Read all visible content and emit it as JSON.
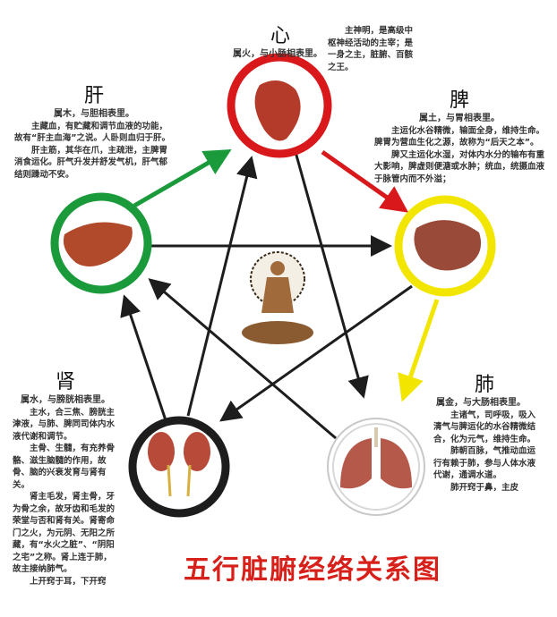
{
  "title": "五行脏腑经络关系图",
  "colors": {
    "wood": "#1a9a3a",
    "fire": "#d8181a",
    "earth": "#f2e600",
    "metal": "#bdbdbd",
    "water": "#1d1d1d",
    "title": "#d8201a"
  },
  "organs": {
    "heart": {
      "name": "心",
      "sub": "属火，与小肠相表里。",
      "text": [
        "主神明，是高级中枢神经活动的主宰；是一身之主，脏腑、百骸之王。"
      ]
    },
    "liver": {
      "name": "肝",
      "sub": "属木，与胆相表里。",
      "text": [
        "主藏血，有贮藏和调节血液的功能，故有“肝主血海”之说。人卧则血归于肝。",
        "肝主筋，其华在爪，主疏泄，主脾胃消食运化。肝气升发并舒发气机，肝气郁结则躁动不安。"
      ]
    },
    "spleen": {
      "name": "脾",
      "sub": "属土，与胃相表里。",
      "text": [
        "主运化水谷精微，输面全身，维持生命。脾胃为营血生化之源，故称为“后天之本”。",
        "脾又主运化水湿，对体内水分的输布有重大影响，脾虚则便溏或水肿；统血，统摄血液于脉管内而不外溢；"
      ]
    },
    "kidney": {
      "name": "肾",
      "sub": "属水，与膀胱相表里。",
      "text": [
        "主水，合三焦、膀胱主津液，与肺、脾同司体内水液代谢和调节。",
        "主骨、生髓，有充养骨骼、滋生脑髓的作用，故骨、脑的兴衰发育与肾有关。",
        "肾主毛发，肾主骨，牙为骨之余，故牙齿和毛发的荣堂与否和肾有关。肾寄命门之火，为元阴、无阳之所藏，有“水火之脏”、“阴阳之宅”之称。肾上连于肺，故主接纳肺气。",
        "上开窍于耳，下开窍"
      ]
    },
    "lung": {
      "name": "肺",
      "sub": "属金，与大肠相表里。",
      "text": [
        "主诸气，司呼吸，吸入清气与脾运化的水谷精微结合，化为元气，维持生命。",
        "肺朝百脉，气推动血运行有赖于肺，参与人体水液代谢，通调水道。",
        "肺开窍于鼻，主皮"
      ]
    }
  }
}
